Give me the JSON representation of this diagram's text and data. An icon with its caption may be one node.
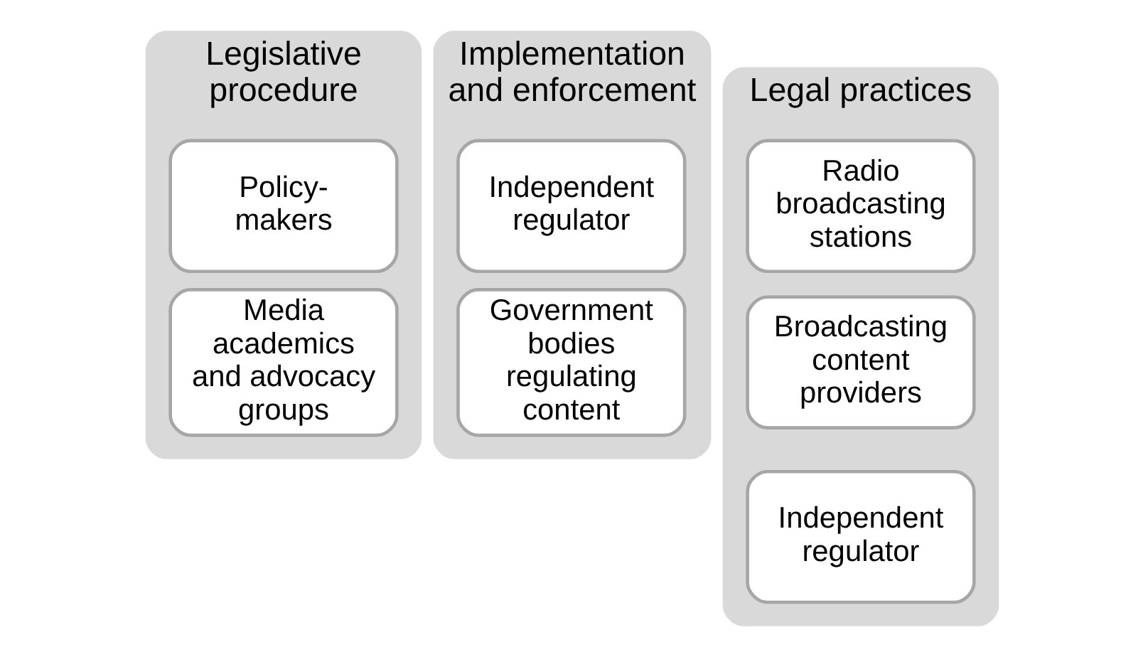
{
  "diagram": {
    "nodes": [
      {
        "text": [
          "Legislative procedure"
        ]
      },
      {
        "text": [
          "Policy-makers"
        ],
        "in": 0
      },
      {
        "text": [
          "Media academics and advocacy groups"
        ],
        "in": 0
      },
      {
        "text": [
          "Implementation and enforcement"
        ]
      },
      {
        "text": [
          "Independent regulator"
        ],
        "in": 3
      },
      {
        "text": [
          "Government bodies regulating content"
        ],
        "in": 3
      },
      {
        "text": [
          "Legal practices"
        ]
      },
      {
        "text": [
          "Radio broadcasting stations"
        ],
        "in": 6
      },
      {
        "text": [
          "Broadcasting content providers"
        ],
        "in": 6
      },
      {
        "text": [
          "Independent regulator"
        ],
        "in": 6
      }
    ]
  }
}
